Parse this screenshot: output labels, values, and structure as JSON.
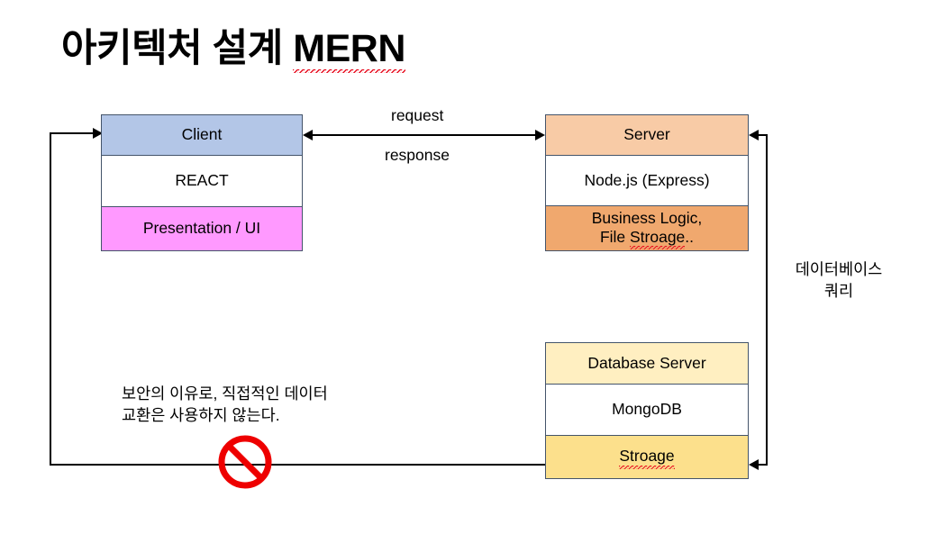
{
  "slide": {
    "title_korean": "아키텍처 설계",
    "title_stack": "MERN",
    "background_color": "#FFFFFF"
  },
  "diagram": {
    "type": "architecture-block-diagram",
    "nodes": [
      {
        "id": "client",
        "header": "Client",
        "header_color": "#B3C6E7",
        "middle": "REACT",
        "middle_color": "#FFFFFF",
        "footer": "Presentation / UI",
        "footer_color": "#FF99FF",
        "border_color": "#44546A"
      },
      {
        "id": "server",
        "header": "Server",
        "header_color": "#F8CBA6",
        "middle": "Node.js (Express)",
        "middle_color": "#FFFFFF",
        "footer_line1": "Business Logic,",
        "footer_line2_prefix": "File ",
        "footer_line2_misspelled": "Stroage",
        "footer_line2_suffix": "..",
        "footer_color": "#F0A86E",
        "border_color": "#44546A"
      },
      {
        "id": "database",
        "header": "Database Server",
        "header_color": "#FFEFC1",
        "middle": "MongoDB",
        "middle_color": "#FFFFFF",
        "footer_misspelled": "Stroage",
        "footer_color": "#FCE08C",
        "border_color": "#44546A"
      }
    ],
    "connectors": [
      {
        "id": "client-server",
        "from": "client",
        "to": "server",
        "direction": "bidirectional",
        "label_above": "request",
        "label_below": "response",
        "color": "#000000"
      },
      {
        "id": "server-database",
        "from": "server",
        "to": "database",
        "direction": "bidirectional",
        "label": "데이터베이스\n쿼리",
        "color": "#000000"
      },
      {
        "id": "database-client",
        "from": "database",
        "to": "client",
        "direction": "blocked",
        "blocked_icon": "no-entry-icon",
        "blocked_color": "#EE0000",
        "note": "보안의 이유로, 직접적인 데이터\n교환은 사용하지 않는다.",
        "color": "#000000"
      }
    ]
  }
}
